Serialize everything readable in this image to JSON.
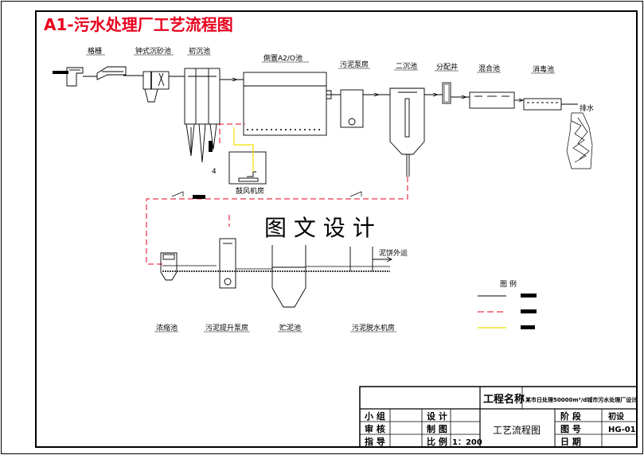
{
  "title": "A1-污水处理厂工艺流程图",
  "watermark": "图 文 设 计",
  "units": {
    "grille": "格栅",
    "grit_chamber": "钟式沉砂池",
    "primary_clarifier": "初沉池",
    "a2o": "倒置A2/O池",
    "sludge_pump_room": "污泥泵房",
    "secondary_clarifier": "二沉池",
    "distribution_well": "分配井",
    "mixing_tank": "混合池",
    "disinfection_tank": "消毒池",
    "outfall": "排水",
    "blower_room": "鼓风机房",
    "thickener": "浓缩池",
    "sludge_lift_pump_room": "污泥提升泵房",
    "sludge_storage": "贮泥池",
    "dewatering_room": "污泥脱水机房",
    "to_outside": "泥饼外运"
  },
  "legend": {
    "title": "图 例"
  },
  "title_block": {
    "project_name_label": "工程名称",
    "project_name_value": "某市日处理50000m³/d城市污水处理厂设计",
    "drawing_title": "工艺流程图",
    "rows": [
      {
        "role": "小 组",
        "role2": "设 计",
        "key": "阶 段",
        "value": "初设"
      },
      {
        "role": "审 核",
        "role2": "制 图",
        "key": "图 号",
        "value": "HG-01"
      },
      {
        "role": "指 导",
        "role2": "比 例",
        "scale": "1：200",
        "key": "日 期",
        "value": ""
      }
    ]
  },
  "colors": {
    "title_red": "#e8001c",
    "sludge_line": "#e8001c",
    "air_line": "#f0e000",
    "water_line": "#000000"
  }
}
